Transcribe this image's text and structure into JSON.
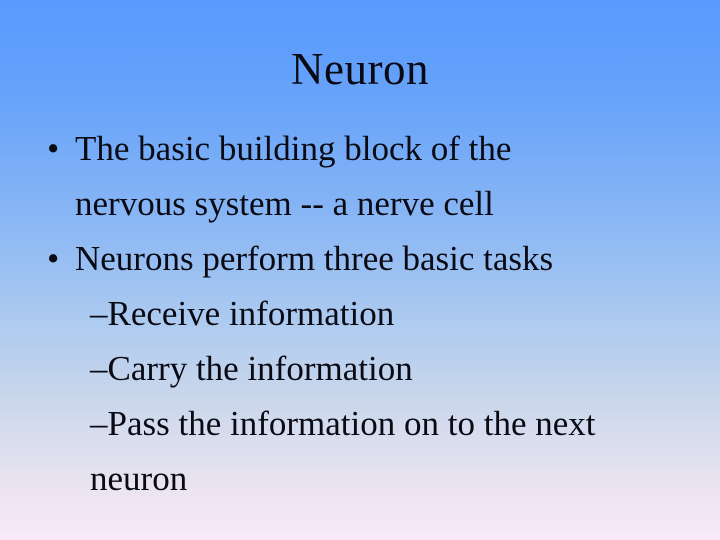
{
  "slide": {
    "title": "Neuron",
    "colors": {
      "background_top": "#589afd",
      "background_mid": "#9ac0f2",
      "background_bottom": "#f9eaf8",
      "text": "#0a0a14"
    },
    "bullets": [
      {
        "level": 1,
        "marker": "•",
        "lines": [
          "The basic building block of the",
          "nervous system -- a nerve cell"
        ]
      },
      {
        "level": 1,
        "marker": "•",
        "lines": [
          "Neurons perform three basic tasks"
        ]
      },
      {
        "level": 2,
        "marker": "–",
        "lines": [
          "Receive information"
        ]
      },
      {
        "level": 2,
        "marker": "–",
        "lines": [
          "Carry the information"
        ]
      },
      {
        "level": 2,
        "marker": "–",
        "lines": [
          "Pass the information on to the next",
          "neuron"
        ]
      }
    ]
  }
}
